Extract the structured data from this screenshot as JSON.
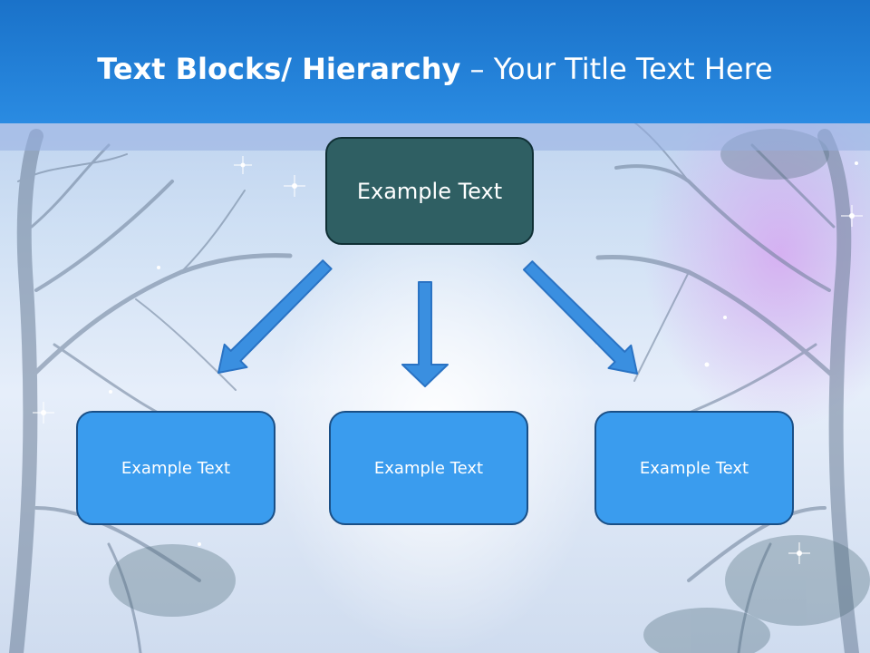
{
  "title": {
    "bold_part": "Text Blocks/ Hierarchy",
    "separator": " – ",
    "regular_part": "Your Title Text Here"
  },
  "diagram": {
    "top": "Example Text",
    "children": [
      "Example Text",
      "Example Text",
      "Example Text"
    ]
  },
  "colors": {
    "header": "#2a8be2",
    "top_box": "#2f5f63",
    "child_box": "#3a9cee",
    "arrow": "#3a8fe0"
  }
}
